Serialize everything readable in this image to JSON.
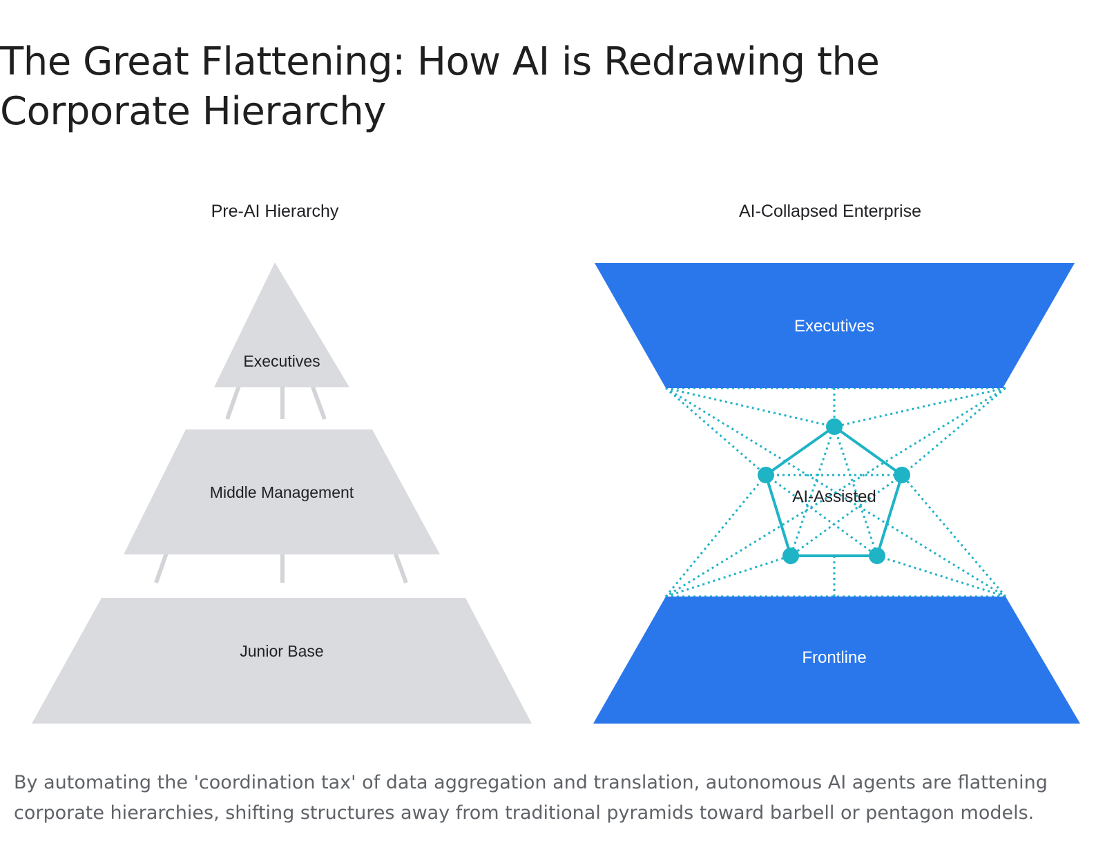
{
  "title": "The Great Flattening: How AI is Redrawing the Corporate Hierarchy",
  "left_diagram": {
    "heading": "Pre-AI Hierarchy",
    "tiers": [
      "Executives",
      "Middle Management",
      "Junior Base"
    ],
    "fill_color": "#d9dbde",
    "connector_color": "#d2d4d7"
  },
  "right_diagram": {
    "heading": "AI-Collapsed Enterprise",
    "top_label": "Executives",
    "middle_label": "AI-Assisted",
    "bottom_label": "Frontline",
    "block_color": "#2a77ec",
    "network_color": "#1fb3c6"
  },
  "caption": "By automating the 'coordination tax' of data aggregation and translation, autonomous AI agents are flattening corporate hierarchies, shifting structures away from traditional pyramids toward barbell or pentagon models."
}
